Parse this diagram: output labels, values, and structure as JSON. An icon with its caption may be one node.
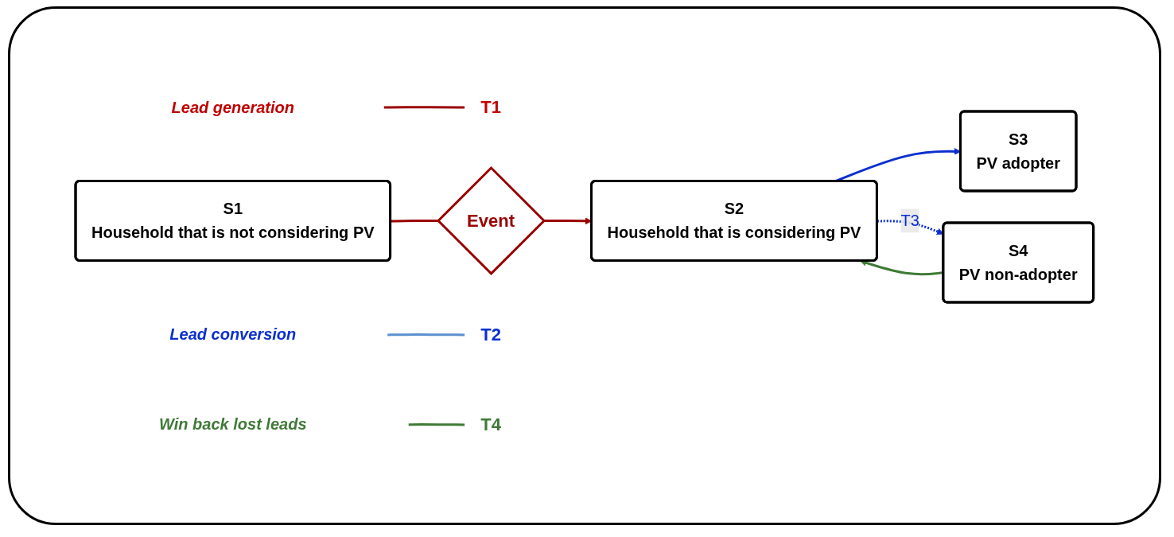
{
  "diagram": {
    "nodes": [
      {
        "text": [
          "S1",
          "Household  that is not considering PV"
        ]
      },
      {
        "text": [
          "Lead generation"
        ]
      },
      {
        "text": [
          "T1"
        ]
      },
      {
        "text": [
          "Event"
        ]
      },
      {
        "text": [
          "S2",
          "Household that is considering PV"
        ]
      },
      {
        "text": [
          "Lead conversion"
        ]
      },
      {
        "text": [
          "T2"
        ]
      },
      {
        "text": [
          "S3",
          "PV adopter"
        ]
      },
      {
        "text": [
          "S4",
          "PV non-adopter"
        ]
      },
      {
        "text": [
          "T4"
        ]
      },
      {
        "text": [
          "Win back lost leads"
        ]
      }
    ],
    "edges": [
      {
        "from": 0,
        "to": 3,
        "arrow": "none",
        "color": "#9b0000"
      },
      {
        "from": 3,
        "to": 4,
        "arrow": "to",
        "color": "#9b0000"
      },
      {
        "from": 1,
        "to": 2,
        "arrow": "none",
        "color": "#9b0000"
      },
      {
        "from": 4,
        "to": 7,
        "arrow": "to",
        "color": "#0a2fd1"
      },
      {
        "from": 5,
        "to": 6,
        "arrow": "none",
        "color": "#5b8fcf"
      },
      {
        "from": 4,
        "to": 8,
        "arrow": "to",
        "style": "dashed",
        "label": "T3",
        "color": "#0a2fd1"
      },
      {
        "from": 8,
        "to": 4,
        "arrow": "to",
        "color": "#3f7a36"
      },
      {
        "from": 10,
        "to": 9,
        "arrow": "none",
        "color": "#3f7a36"
      }
    ]
  }
}
